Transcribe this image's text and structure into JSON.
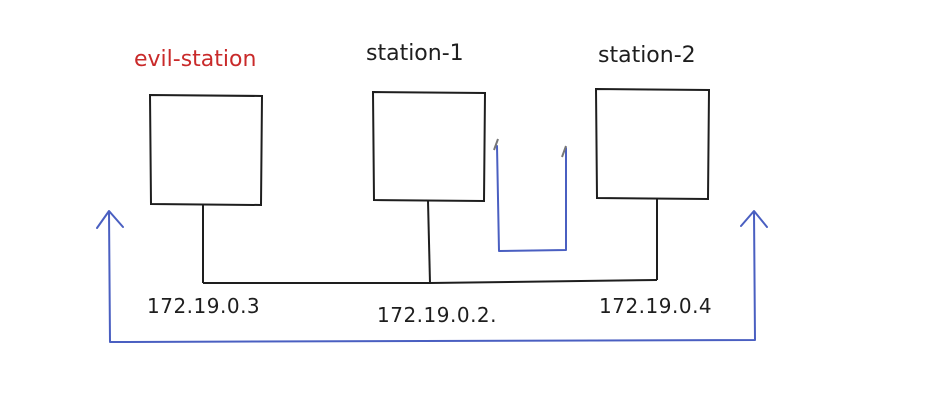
{
  "colors": {
    "ink": "#1e1e1e",
    "evil": "#c92a2a",
    "flow": "#4a5fc1"
  },
  "nodes": [
    {
      "id": "evil-station",
      "label": "evil-station",
      "ip": "172.19.0.3",
      "highlight": true
    },
    {
      "id": "station-1",
      "label": "station-1",
      "ip": "172.19.0.2.",
      "highlight": false
    },
    {
      "id": "station-2",
      "label": "station-2",
      "ip": "172.19.0.4",
      "highlight": false
    }
  ]
}
